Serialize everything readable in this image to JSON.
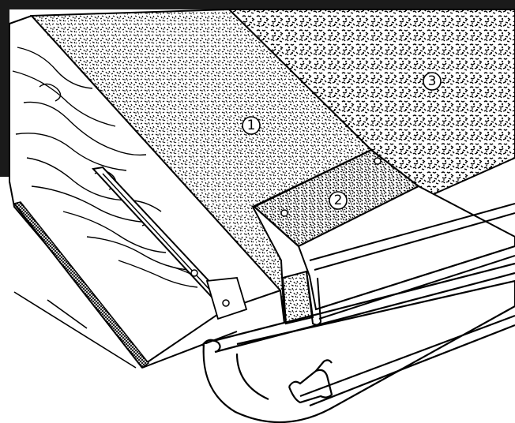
{
  "diagram": {
    "callouts": [
      {
        "id": "c1",
        "label": "1"
      },
      {
        "id": "c2",
        "label": "2"
      },
      {
        "id": "c3",
        "label": "3"
      }
    ]
  },
  "colors": {
    "ink": "#000000",
    "paper": "#ffffff",
    "frame": "#1a1a1a"
  }
}
